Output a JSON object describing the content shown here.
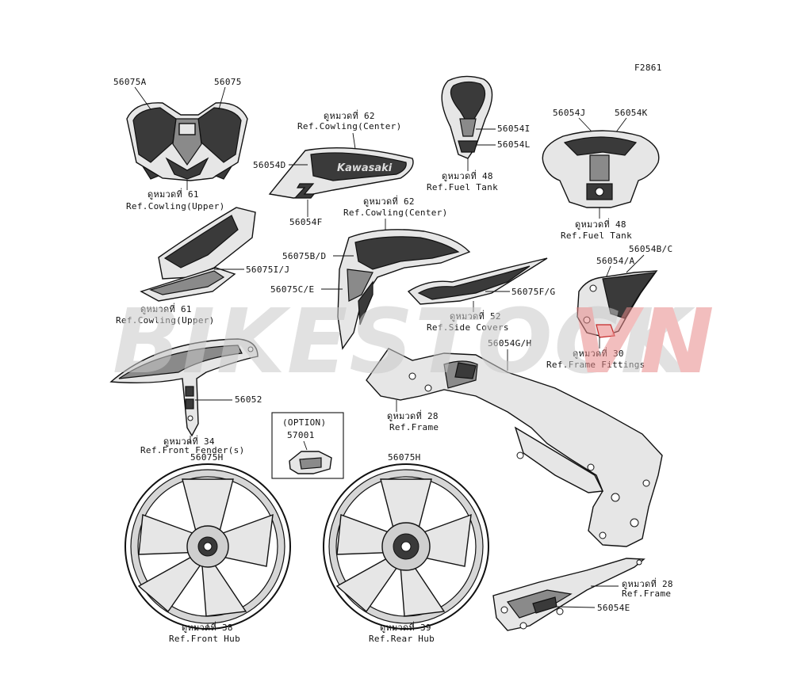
{
  "diagram_code": "F2861",
  "watermark": {
    "main": "BIKESTOCK",
    "suffix": "VN",
    "main_color": "#c9c9c9",
    "suffix_color": "#e88a8a"
  },
  "labels": {
    "p56075A": "56075A",
    "p56075": "56075",
    "ref_upper_a_1": "ดูหมวดที่ 61",
    "ref_upper_a_2": "Ref.Cowling(Upper)",
    "ref_center_a_1": "ดูหมวดที่ 62",
    "ref_center_a_2": "Ref.Cowling(Center)",
    "p56054D": "56054D",
    "p56054F": "56054F",
    "p56054I": "56054I",
    "p56054L": "56054L",
    "ref_tank_a_1": "ดูหมวดที่ 48",
    "ref_tank_a_2": "Ref.Fuel Tank",
    "p56054J": "56054J",
    "p56054K": "56054K",
    "ref_tank_b_1": "ดูหมวดที่ 48",
    "ref_tank_b_2": "Ref.Fuel Tank",
    "ref_center_b_1": "ดูหมวดที่ 62",
    "ref_center_b_2": "Ref.Cowling(Center)",
    "p56075BD": "56075B/D",
    "p56075CE": "56075C/E",
    "p56075FG": "56075F/G",
    "ref_side_1": "ดูหมวดที่ 52",
    "ref_side_2": "Ref.Side Covers",
    "p56075IJ": "56075I/J",
    "ref_upper_b_1": "ดูหมวดที่ 61",
    "ref_upper_b_2": "Ref.Cowling(Upper)",
    "p56054BC": "56054B/C",
    "p56054A": "56054/A",
    "ref_fittings_1": "ดูหมวดที่ 30",
    "ref_fittings_2": "Ref.Frame Fittings",
    "p56054GH": "56054G/H",
    "ref_frame_a_1": "ดูหมวดที่ 28",
    "ref_frame_a_2": "Ref.Frame",
    "p56052": "56052",
    "ref_fender_1": "ดูหมวดที่ 34",
    "ref_fender_2": "Ref.Front Fender(s)",
    "option": "(OPTION)",
    "p57001": "57001",
    "p56075H_front": "56075H",
    "p56075H_rear": "56075H",
    "ref_fhub_1": "ดูหมวดที่ 38",
    "ref_fhub_2": "Ref.Front Hub",
    "ref_rhub_1": "ดูหมวดที่ 39",
    "ref_rhub_2": "Ref.Rear Hub",
    "ref_frame_b_1": "ดูหมวดที่ 28",
    "ref_frame_b_2": "Ref.Frame",
    "p56054E": "56054E",
    "kawasaki_logo": "Kawasaki"
  }
}
